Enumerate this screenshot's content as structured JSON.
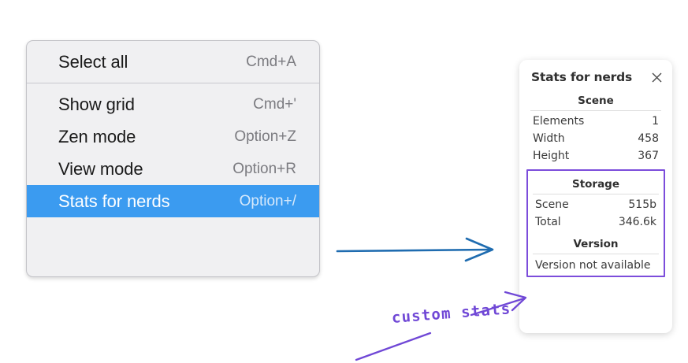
{
  "menu": {
    "groups": [
      {
        "items": [
          {
            "label": "Select all",
            "shortcut": "Cmd+A",
            "selected": false
          }
        ]
      },
      {
        "items": [
          {
            "label": "Show grid",
            "shortcut": "Cmd+'",
            "selected": false
          },
          {
            "label": "Zen mode",
            "shortcut": "Option+Z",
            "selected": false
          },
          {
            "label": "View mode",
            "shortcut": "Option+R",
            "selected": false
          },
          {
            "label": "Stats for nerds",
            "shortcut": "Option+/",
            "selected": true
          }
        ]
      }
    ],
    "highlight_color": "#3b9bf0"
  },
  "stats_panel": {
    "title": "Stats for nerds",
    "close_icon": "close-icon",
    "sections": [
      {
        "name": "scene",
        "heading": "Scene",
        "custom": false,
        "rows": [
          {
            "key": "Elements",
            "value": "1"
          },
          {
            "key": "Width",
            "value": "458"
          },
          {
            "key": "Height",
            "value": "367"
          }
        ]
      },
      {
        "name": "storage",
        "heading": "Storage",
        "custom": true,
        "rows": [
          {
            "key": "Scene",
            "value": "515b"
          },
          {
            "key": "Total",
            "value": "346.6k"
          }
        ]
      },
      {
        "name": "version",
        "heading": "Version",
        "custom": true,
        "note": "Version not available"
      }
    ],
    "custom_border_color": "#7c4ddb"
  },
  "annotations": {
    "custom_stats_label": "custom stats",
    "arrow_blue_color": "#1f6cb0",
    "arrow_purple_color": "#7048d6"
  }
}
